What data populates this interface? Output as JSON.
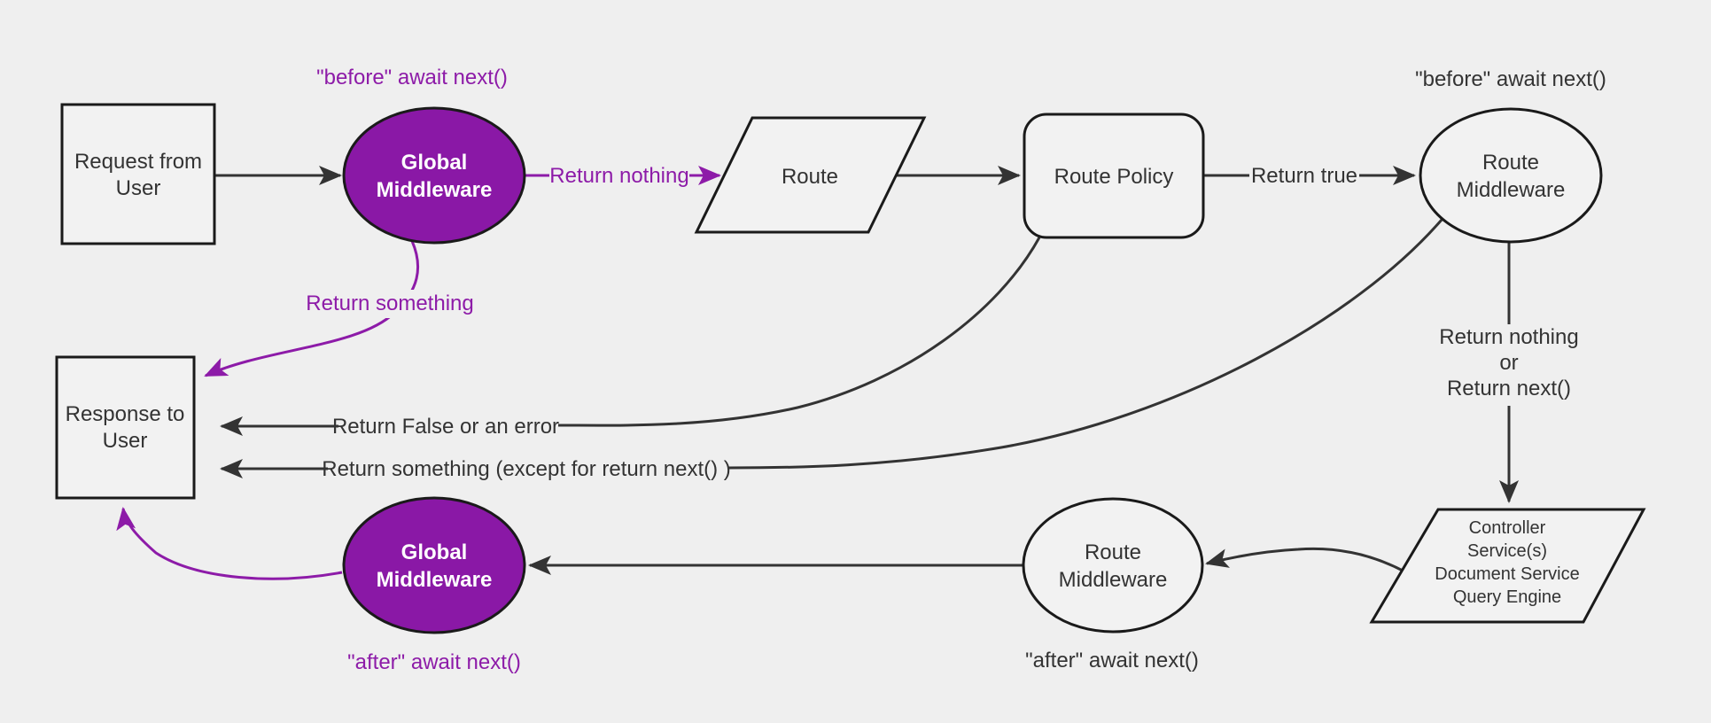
{
  "title": "Middleware request and response flow diagram",
  "colors": {
    "background": "#efefef",
    "node_fill": "#f2f2f2",
    "node_stroke": "#1a1a1a",
    "edge": "#333333",
    "purple_fill": "#8a18a6",
    "purple_edge": "#8d1ba8",
    "text": "#333333",
    "node_text_light": "#ffffff"
  },
  "nodes": {
    "request": {
      "lines": [
        "Request from",
        "User"
      ]
    },
    "global_middleware_top": {
      "lines": [
        "Global",
        "Middleware"
      ]
    },
    "route": {
      "label": "Route"
    },
    "route_policy": {
      "label": "Route Policy"
    },
    "route_middleware_top": {
      "lines": [
        "Route",
        "Middleware"
      ]
    },
    "controller": {
      "lines": [
        "Controller",
        "Service(s)",
        "Document Service",
        "Query Engine"
      ]
    },
    "route_middleware_bottom": {
      "lines": [
        "Route",
        "Middleware"
      ]
    },
    "global_middleware_bottom": {
      "lines": [
        "Global",
        "Middleware"
      ]
    },
    "response": {
      "lines": [
        "Response to",
        "User"
      ]
    }
  },
  "edge_labels": {
    "before_await_global": "\"before\" await next()",
    "before_await_route": "\"before\" await next()",
    "after_await_global": "\"after\" await next()",
    "after_await_route": "\"after\" await next()",
    "return_nothing": "Return nothing",
    "return_true": "Return true",
    "return_nothing_or": [
      "Return nothing",
      "or",
      "Return next()"
    ],
    "return_false": "Return False or an error",
    "return_something_except": "Return something (except for return next() )",
    "return_something": "Return something"
  }
}
